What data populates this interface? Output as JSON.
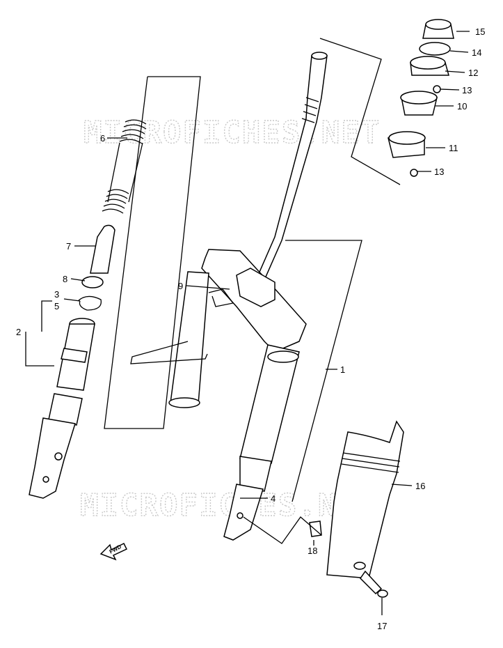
{
  "watermark": {
    "text": "MICROFICHES.NET"
  },
  "fwd_marker": {
    "text": "FWD"
  },
  "callouts": [
    {
      "id": "1",
      "label": "1"
    },
    {
      "id": "2",
      "label": "2"
    },
    {
      "id": "3",
      "label": "3"
    },
    {
      "id": "4",
      "label": "4"
    },
    {
      "id": "5",
      "label": "5"
    },
    {
      "id": "6",
      "label": "6"
    },
    {
      "id": "7",
      "label": "7"
    },
    {
      "id": "8",
      "label": "8"
    },
    {
      "id": "9",
      "label": "9"
    },
    {
      "id": "10",
      "label": "10"
    },
    {
      "id": "11",
      "label": "11"
    },
    {
      "id": "12",
      "label": "12"
    },
    {
      "id": "13a",
      "label": "13"
    },
    {
      "id": "13b",
      "label": "13"
    },
    {
      "id": "14",
      "label": "14"
    },
    {
      "id": "15",
      "label": "15"
    },
    {
      "id": "16",
      "label": "16"
    },
    {
      "id": "17",
      "label": "17"
    },
    {
      "id": "18",
      "label": "18"
    }
  ]
}
